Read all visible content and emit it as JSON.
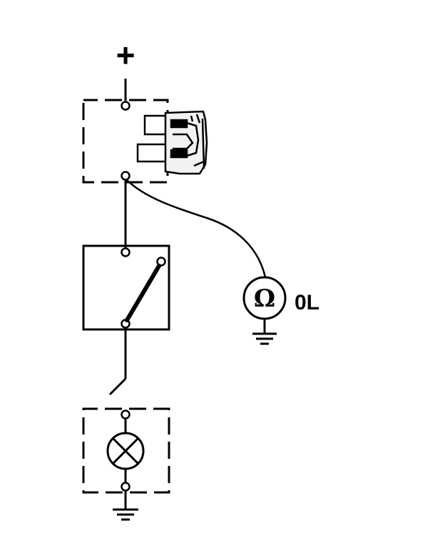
{
  "diagram": {
    "supply_label": "+",
    "meter": {
      "symbol": "Ω",
      "reading": "0L"
    },
    "colors": {
      "ink": "#000000",
      "paper": "#ffffff",
      "fuse_body": "#e8e8e8"
    },
    "components": [
      "fuse",
      "switch",
      "lamp",
      "ohmmeter",
      "ground"
    ]
  }
}
